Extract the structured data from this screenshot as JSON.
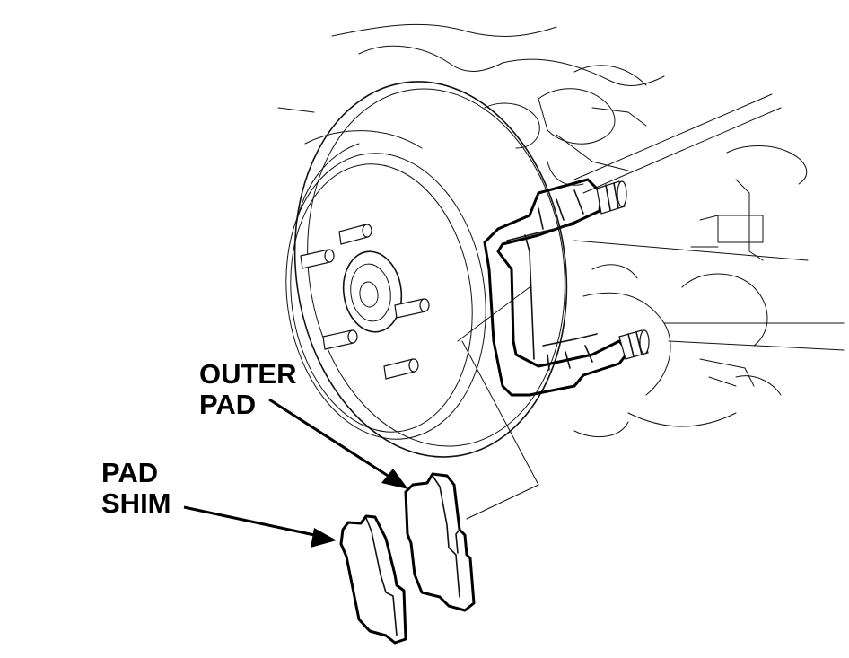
{
  "callouts": {
    "outer_pad": {
      "line1": "OUTER",
      "line2": "PAD"
    },
    "pad_shim": {
      "line1": "PAD",
      "line2": "SHIM"
    }
  },
  "colors": {
    "ink": "#000000",
    "background": "#ffffff"
  }
}
